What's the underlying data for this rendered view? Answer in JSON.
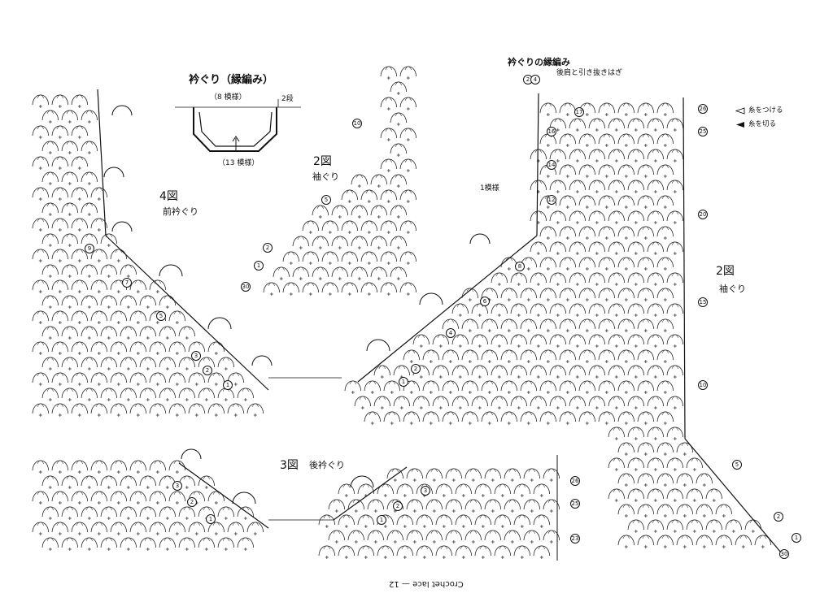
{
  "labels": {
    "neck_edging_title": "衿ぐり（縁編み）",
    "motif_8": "（8 模様）",
    "motif_13": "（13 模様）",
    "rows_2": "2段",
    "fig4": "4図",
    "fig4_sub": "前衿ぐり",
    "fig2a": "2図",
    "fig2a_sub": "袖ぐり",
    "neck_edging_right": "衿ぐりの縁編み",
    "back_join": "後肩と引き抜きはぎ",
    "motif_1": "1模様",
    "fig2b": "2図",
    "fig2b_sub": "袖ぐり",
    "fig3": "3図",
    "fig3_sub": "後衿ぐり",
    "legend_attach": "糸をつける",
    "legend_cut": "糸を切る",
    "footer": "Crochet lace — 12"
  },
  "row_markers": {
    "fig4": [
      "9",
      "7",
      "5",
      "3",
      "2",
      "1"
    ],
    "fig2a": [
      "10",
      "5",
      "2",
      "1",
      "30"
    ],
    "right_top": [
      "2",
      "4"
    ],
    "right_inner": [
      "17",
      "16",
      "14",
      "12",
      "8",
      "6",
      "4",
      "2",
      "1"
    ],
    "right_side": [
      "26",
      "25",
      "20",
      "15",
      "10",
      "5",
      "2",
      "1",
      "30"
    ],
    "fig3_left": [
      "3",
      "2",
      "1"
    ],
    "fig3_mid": [
      "3",
      "2",
      "1"
    ],
    "fig3_right": [
      "26",
      "25",
      "23"
    ]
  }
}
